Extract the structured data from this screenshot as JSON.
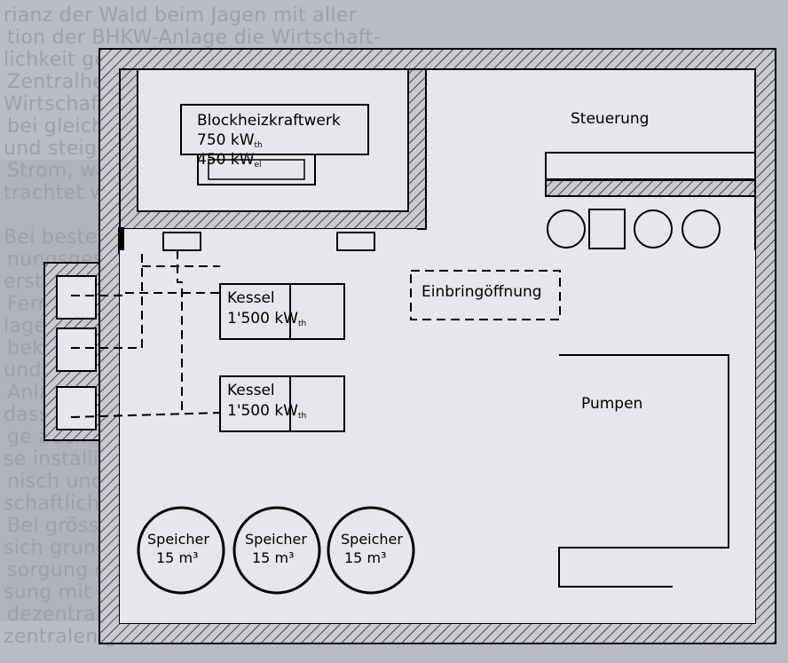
{
  "background_text": [
    "rianz der Wald beim Jagen mit aller",
    "tion der BHKW-Anlage die Wirtschaft-",
    "lichkeit gegenüber einem Konzept mit",
    "Zentralheizung.",
    "Wirtschaftlichkeit verbessert sich weiter",
    "bei gleichzeitig steigenden Gaspreisen",
    "und steigenden Rückliefertarifen für",
    "Strom, was als realistisches Szenario be-",
    "trachtet werden kann.",
    "",
    "Bei bestehenden Wohnsiedlungen, die Woh-",
    "nungsgesellschaften der Siedlungen hat sich ja",
    "erst einmal bereit erklärt, die Alternative",
    "Fernwärme mit dem Einsatz einer BHKW-An-",
    "lage zu untersuchen, da aufgrund der",
    "bekannten Betriebsweise der heutigen Kessel",
    "und der Überdimensionierung der alten",
    "Anlagen fast gewonnen werden kann, so",
    "dass unter Umständen eine BHKW-Anla-",
    "ge auch bei der redimensionierten Grös-",
    "se installiert werden kann.",
    "nisch und betrieblich realisierbar und wirt-",
    "schaftlich tragbar ist. In der zweiten Stufe",
    "Bei grösseren Wohnsiedlungen schaffen stellt",
    "sich grundsätzlich Konzept der Wärmever-",
    "sorgung die Frage, ob eine zentrale Lö-",
    "sung mit BHKW-Anlage oder eine",
    "dezentrale mit diversen kleinen Heiz-",
    "zentralen gebaut werden soll."
  ],
  "plan": {
    "bhkw": {
      "title": "Blockheizkraftwerk",
      "line1_value": "750 kW",
      "line1_sub": "th",
      "line2_value": "450 kW",
      "line2_sub": "el"
    },
    "kessel": [
      {
        "title": "Kessel",
        "value": "1'500 kW",
        "sub": "th"
      },
      {
        "title": "Kessel",
        "value": "1'500 kW",
        "sub": "th"
      }
    ],
    "steuerung": "Steuerung",
    "einbringoeffnung": "Einbringöffnung",
    "pumpen": "Pumpen",
    "speicher": [
      {
        "name": "Speicher",
        "volume": "15 m³"
      },
      {
        "name": "Speicher",
        "volume": "15 m³"
      },
      {
        "name": "Speicher",
        "volume": "15 m³"
      }
    ]
  },
  "colors": {
    "paper": "#b9bcc3",
    "ink": "#000000",
    "background_text": "#9ea1a8"
  }
}
